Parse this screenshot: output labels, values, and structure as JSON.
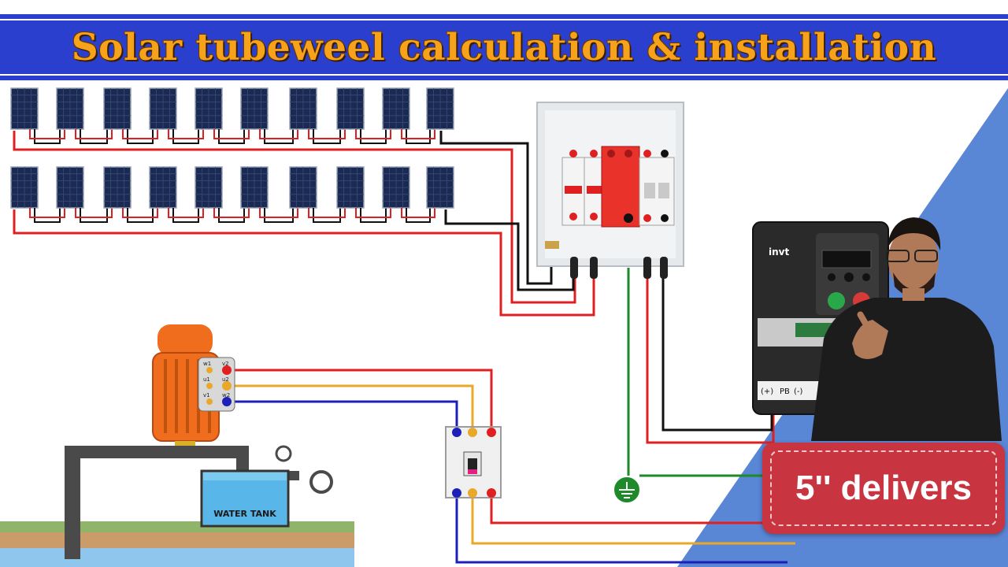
{
  "title": "Solar tubeweel calculation & installation",
  "badge_text": "5'' delivers",
  "water_tank_label": "WATER TANK",
  "vfd_brand": "invt",
  "vfd_terminals": [
    "(+)",
    "PB",
    "(-)"
  ],
  "motor_terminals": [
    "w1",
    "u1",
    "v1",
    "v2",
    "u2",
    "w2"
  ],
  "solar_rows": [
    {
      "panels": 10
    },
    {
      "panels": 10
    }
  ],
  "colors": {
    "title_band": "#2b3fcf",
    "title_text": "#f7a21b",
    "wire_red": "#e02020",
    "wire_black": "#111111",
    "wire_yellow": "#e8a92a",
    "wire_blue": "#1c20b8",
    "wire_green": "#1e8a2a",
    "spd_red": "#e8322a",
    "motor_orange": "#f06d1e",
    "background_triangle": "#5a86d6",
    "badge": "#c8343f"
  }
}
